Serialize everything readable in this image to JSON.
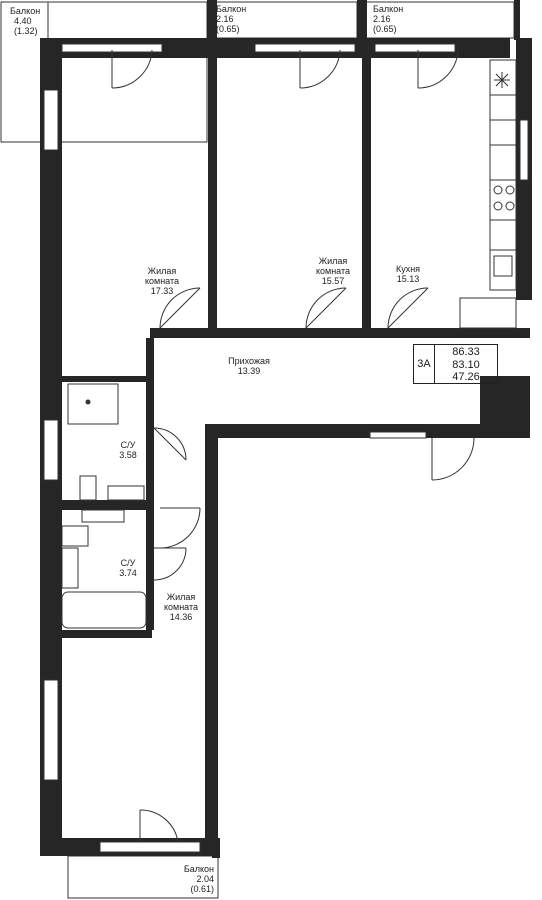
{
  "balconies": {
    "b1": {
      "label": "Балкон",
      "area": "4.40",
      "sub": "(1.32)"
    },
    "b2": {
      "label": "Балкон",
      "area": "2.16",
      "sub": "(0.65)"
    },
    "b3": {
      "label": "Балкон",
      "area": "2.16",
      "sub": "(0.65)"
    },
    "b4": {
      "label": "Балкон",
      "area": "2.04",
      "sub": "(0.61)"
    }
  },
  "rooms": {
    "living1": {
      "name1": "Жилая",
      "name2": "комната",
      "area": "17.33"
    },
    "living2": {
      "name1": "Жилая",
      "name2": "комната",
      "area": "15.57"
    },
    "kitchen": {
      "name": "Кухня",
      "area": "15.13"
    },
    "hall": {
      "name": "Прихожая",
      "area": "13.39"
    },
    "bath1": {
      "name": "С/У",
      "area": "3.58"
    },
    "bath2": {
      "name": "С/У",
      "area": "3.74"
    },
    "living3": {
      "name1": "Жилая",
      "name2": "комната",
      "area": "14.36"
    }
  },
  "summary": {
    "type": "3А",
    "total": "86.33",
    "reduced": "83.10",
    "living": "47.26"
  },
  "colors": {
    "wall": "#262626",
    "line": "#333333"
  }
}
